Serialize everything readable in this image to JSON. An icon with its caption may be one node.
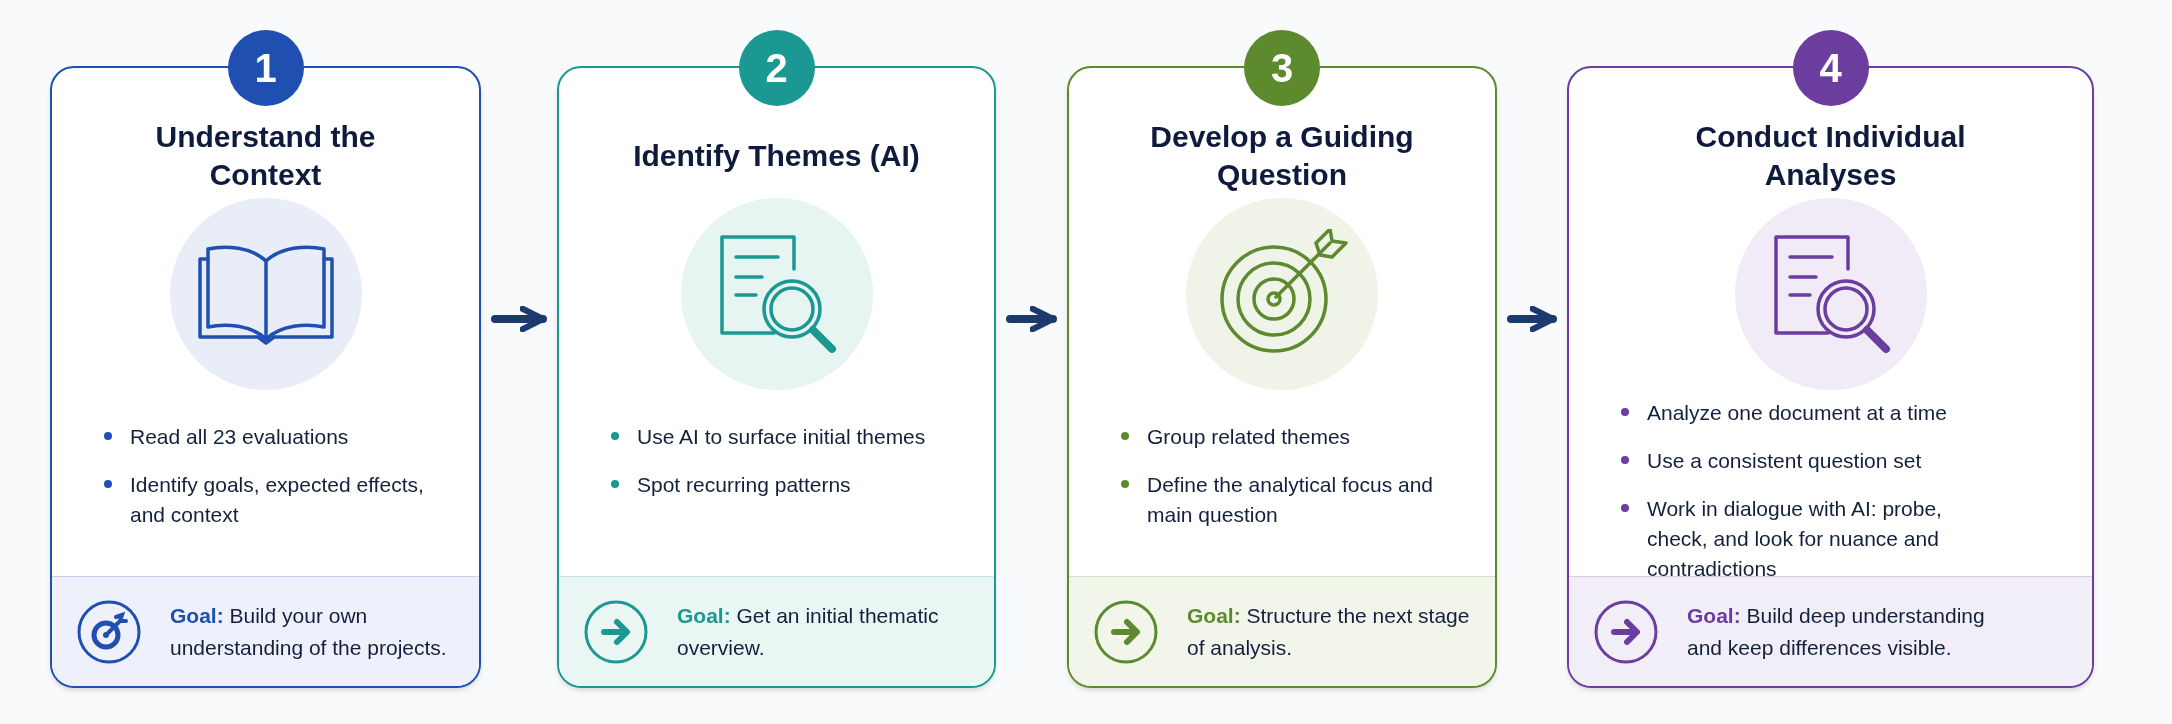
{
  "diagram": {
    "nodes": [
      {
        "text": [
          "1",
          "Understand the Context",
          "Read all 23 evaluations",
          "Identify goals, expected effects, and context",
          "**Goal:** Build your own understanding of the projects."
        ]
      },
      {
        "text": [
          "2",
          "Identify Themes (AI)",
          "Use AI to surface initial themes",
          "Spot recurring patterns",
          "**Goal:** Get an initial thematic overview."
        ]
      },
      {
        "text": [
          "3",
          "Develop a Guiding Question",
          "Group related themes",
          "Define the analytical focus and main question",
          "**Goal:** Structure the next stage of analysis."
        ]
      },
      {
        "text": [
          "4",
          "Conduct Individual Analyses",
          "Analyze one document at a time",
          "Use a consistent question set",
          "Work in dialogue with AI: probe, check, and look for nuance and contradictions",
          "**Goal:** Build deep understanding and keep differences visible."
        ]
      }
    ],
    "edges": [
      {
        "from": 0,
        "to": 1,
        "arrow": "to"
      },
      {
        "from": 1,
        "to": 2,
        "arrow": "to"
      },
      {
        "from": 2,
        "to": 3,
        "arrow": "to"
      }
    ]
  }
}
